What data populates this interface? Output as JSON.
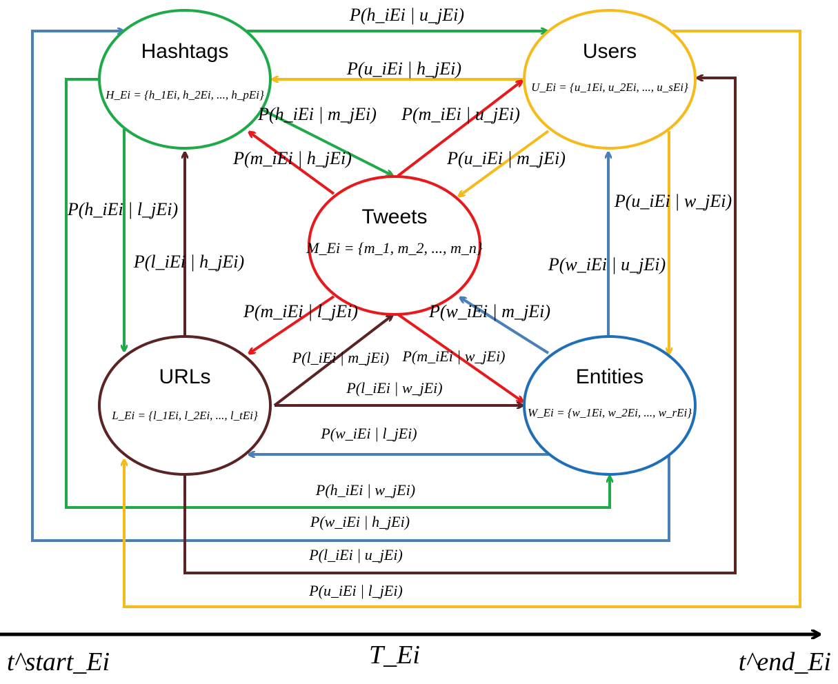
{
  "colors": {
    "hashtags": "#1faa4a",
    "users": "#f5bb1c",
    "tweets": "#e8191c",
    "urls": "#5b2323",
    "entities": "#1f6fb8",
    "entities_light": "#4a7fb8",
    "axis": "#000000"
  },
  "nodes": {
    "hashtags": {
      "title": "Hashtags",
      "set": "H_Ei = {h_1Ei, h_2Ei, ..., h_pEi}"
    },
    "users": {
      "title": "Users",
      "set": "U_Ei = {u_1Ei, u_2Ei, ..., u_sEi}"
    },
    "tweets": {
      "title": "Tweets",
      "set": "M_Ei = {m_1, m_2, ..., m_n}"
    },
    "urls": {
      "title": "URLs",
      "set": "L_Ei = {l_1Ei, l_2Ei, ..., l_tEi}"
    },
    "entities": {
      "title": "Entities",
      "set": "W_Ei = {w_1Ei, w_2Ei, ..., w_rEi}"
    }
  },
  "edges": {
    "h_given_u": "P(h_iEi | u_jEi)",
    "u_given_h": "P(u_iEi | h_jEi)",
    "h_given_m": "P(h_iEi | m_jEi)",
    "m_given_u": "P(m_iEi | u_jEi)",
    "m_given_h": "P(m_iEi | h_jEi)",
    "u_given_m": "P(u_iEi | m_jEi)",
    "h_given_l": "P(h_iEi | l_jEi)",
    "u_given_w": "P(u_iEi | w_jEi)",
    "l_given_h": "P(l_iEi | h_jEi)",
    "w_given_u": "P(w_iEi | u_jEi)",
    "m_given_l": "P(m_iEi | l_jEi)",
    "w_given_m": "P(w_iEi | m_jEi)",
    "l_given_m": "P(l_iEi | m_jEi)",
    "m_given_w": "P(m_iEi | w_jEi)",
    "l_given_w": "P(l_iEi | w_jEi)",
    "w_given_l": "P(w_iEi | l_jEi)",
    "h_given_w": "P(h_iEi | w_jEi)",
    "w_given_h": "P(w_iEi | h_jEi)",
    "l_given_u": "P(l_iEi | u_jEi)",
    "u_given_l": "P(u_iEi | l_jEi)"
  },
  "timeline": {
    "start": "t^start_Ei",
    "middle": "T_Ei",
    "end": "t^end_Ei"
  }
}
